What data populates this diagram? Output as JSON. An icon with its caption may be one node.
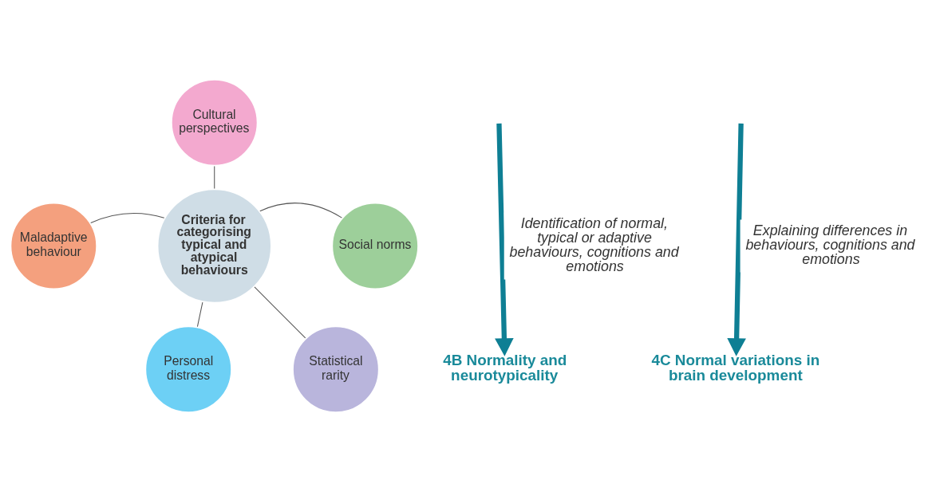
{
  "diagram": {
    "nodes": [
      {
        "text": [
          "Criteria for categorising typical and atypical behaviours"
        ]
      },
      {
        "text": [
          "Cultural perspectives"
        ]
      },
      {
        "text": [
          "Social norms"
        ]
      },
      {
        "text": [
          "Statistical rarity"
        ]
      },
      {
        "text": [
          "Personal distress"
        ]
      },
      {
        "text": [
          "Maladaptive behaviour"
        ]
      },
      {
        "text": [
          "4B Normality and neurotypicality"
        ]
      },
      {
        "text": [
          "4C Normal variations in brain development"
        ]
      }
    ],
    "edges": [
      {
        "from": 0,
        "to": 1,
        "arrow": "none"
      },
      {
        "from": 0,
        "to": 2,
        "arrow": "none"
      },
      {
        "from": 0,
        "to": 3,
        "arrow": "none"
      },
      {
        "from": 0,
        "to": 4,
        "arrow": "none"
      },
      {
        "from": 0,
        "to": 5,
        "arrow": "none"
      },
      {
        "from": null,
        "to": 6,
        "arrow": "to",
        "label": "Identification of normal, typical or adaptive behaviours, cognitions and emotions",
        "style": "thick",
        "color": "#0e7f94"
      },
      {
        "from": null,
        "to": 7,
        "arrow": "to",
        "label": "Explaining differences in behaviours, cognitions and emotions",
        "style": "thick",
        "color": "#0e7f94"
      }
    ]
  }
}
